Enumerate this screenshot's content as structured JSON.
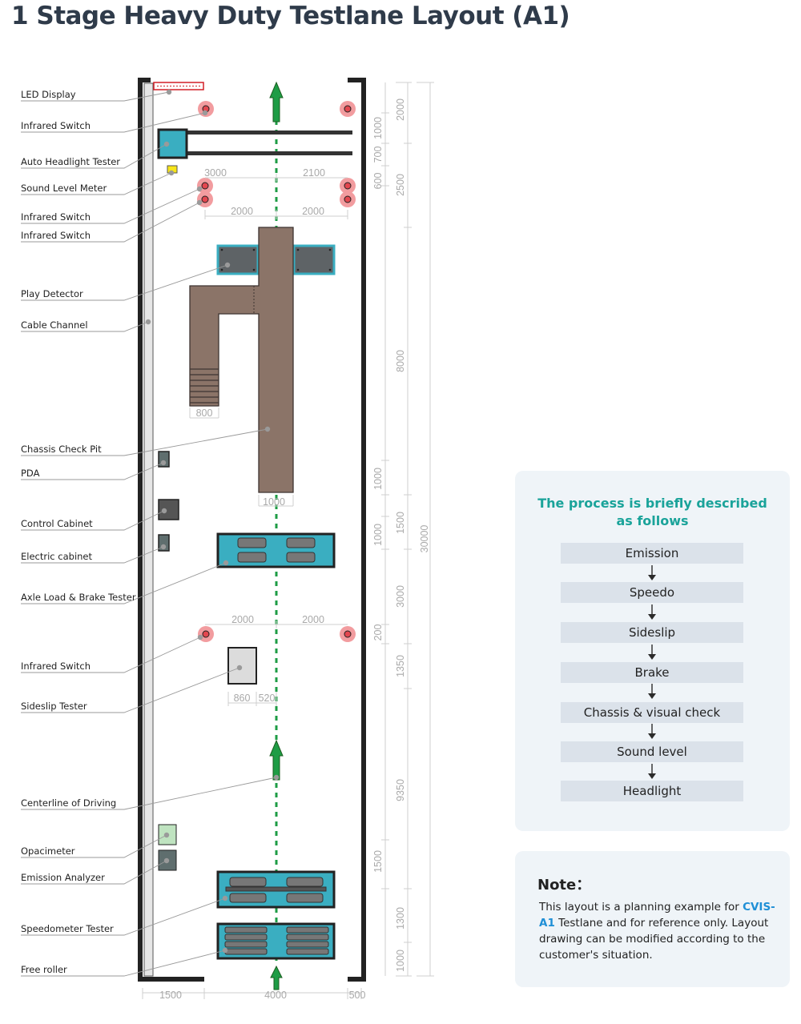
{
  "title": "1 Stage Heavy Duty Testlane Layout (A1)",
  "labels": {
    "led_display": "LED Display",
    "infrared_switch_1": "Infrared Switch",
    "auto_headlight_tester": "Auto Headlight Tester",
    "sound_level_meter": "Sound Level Meter",
    "infrared_switch_2": "Infrared Switch",
    "infrared_switch_3": "Infrared Switch",
    "play_detector": "Play Detector",
    "cable_channel": "Cable Channel",
    "chassis_check_pit": "Chassis Check Pit",
    "pda": "PDA",
    "control_cabinet": "Control Cabinet",
    "electric_cabinet": "Electric cabinet",
    "axle_load_brake_tester": "Axle Load & Brake Tester",
    "infrared_switch_4": "Infrared Switch",
    "sideslip_tester": "Sideslip Tester",
    "centerline_of_driving": "Centerline of Driving",
    "opacimeter": "Opacimeter",
    "emission_analyzer": "Emission Analyzer",
    "speedometer_tester": "Speedometer Tester",
    "free_roller": "Free roller"
  },
  "dims": {
    "d3000_top": "3000",
    "d2100": "2100",
    "d2000_a": "2000",
    "d2000_b": "2000",
    "d800": "800",
    "d1000_pit": "1000",
    "d2000_c": "2000",
    "d2000_d": "2000",
    "d860": "860",
    "d520": "520",
    "d1500_bottom": "1500",
    "d4000": "4000",
    "d500": "500",
    "inner_1000_a": "1000",
    "inner_700": "700",
    "inner_600": "600",
    "inner_1000_b": "1000",
    "inner_1000_c": "1000",
    "inner_200": "200",
    "inner_1500": "1500",
    "outer_2000": "2000",
    "outer_2500": "2500",
    "outer_8000": "8000",
    "outer_1500": "1500",
    "outer_3000": "3000",
    "outer_1350": "1350",
    "outer_9350": "9350",
    "outer_1300": "1300",
    "outer_1000": "1000",
    "total_30000": "30000"
  },
  "process": {
    "title_line1": "The process is briefly described",
    "title_line2": "as follows",
    "steps": [
      "Emission",
      "Speedo",
      "Sideslip",
      "Brake",
      "Chassis & visual check",
      "Sound level",
      "Headlight"
    ]
  },
  "note": {
    "title": "Note：",
    "text_before": "This layout is a planning example for ",
    "brand": "CVIS-A1",
    "text_after": " Testlane and for reference only. Layout drawing can be modified according to the customer's situation."
  },
  "colors": {
    "title": "#2f3b4a",
    "accent_teal": "#1aa39a",
    "equipment_blue": "#3aaec1",
    "pit_brown": "#8b7468",
    "arrow_green": "#1e9c45",
    "sensor_pink": "#f29c9f",
    "brand_blue": "#1f8fd6"
  }
}
